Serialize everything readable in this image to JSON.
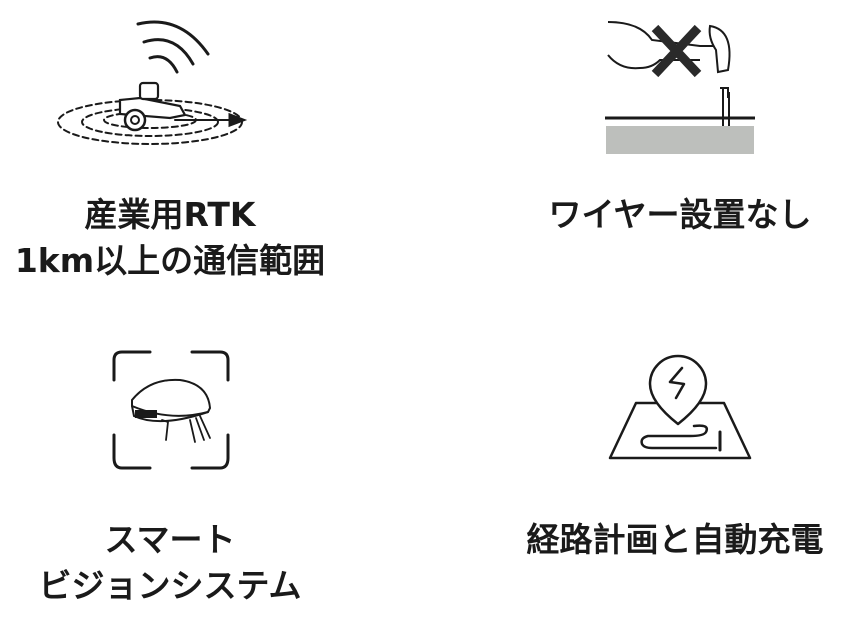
{
  "features": [
    {
      "icon": "rtk-signal-mower-icon",
      "lines": [
        "産業用RTK",
        "1km以上の通信範囲"
      ]
    },
    {
      "icon": "no-wire-hammer-icon",
      "lines": [
        "ワイヤー設置なし"
      ]
    },
    {
      "icon": "vision-camera-icon",
      "lines": [
        "スマート",
        "ビジョンシステム"
      ]
    },
    {
      "icon": "route-charging-map-icon",
      "lines": [
        "経路計画と自動充電"
      ]
    }
  ],
  "colors": {
    "text": "#1a1a1a",
    "ground": "#bdbfbc"
  }
}
